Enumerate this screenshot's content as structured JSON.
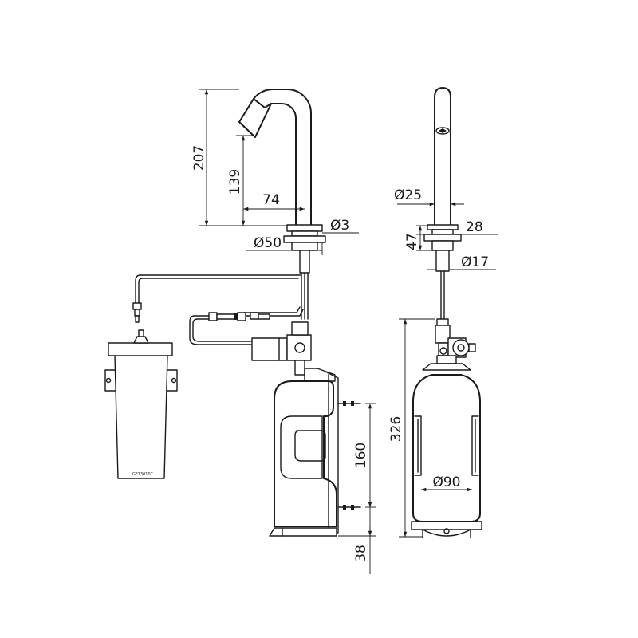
{
  "dimensions": {
    "faucet_height": "207",
    "spout_height": "139",
    "spout_reach": "74",
    "hole_diameter": "Ø3",
    "base_diameter": "Ø50",
    "spout_diameter": "Ø25",
    "base_thickness": "28",
    "deck_thickness": "47",
    "shank_diameter": "Ø17",
    "total_height": "326",
    "bracket_spacing": "160",
    "foot_height": "38",
    "bottle_diameter": "Ø90"
  },
  "labels": {
    "part_code": "GF130107"
  }
}
